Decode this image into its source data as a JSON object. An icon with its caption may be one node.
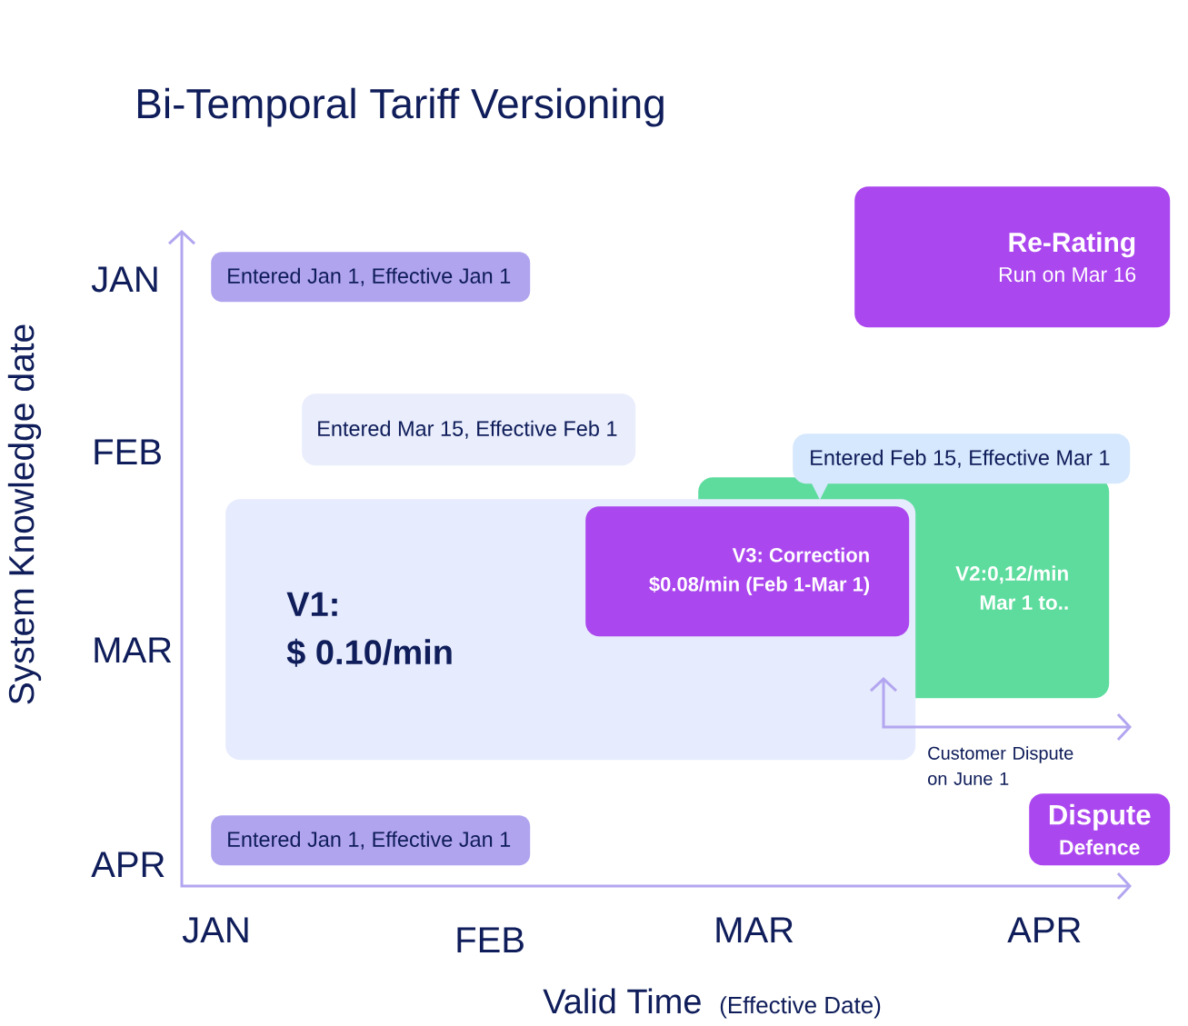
{
  "diagram": {
    "title": "Bi-Temporal Tariff Versioning",
    "nodes": [
      {
        "text": [
          "Entered Jan 1, Effective Jan 1"
        ]
      },
      {
        "text": [
          "Re-Rating",
          "Run on Mar 16"
        ]
      },
      {
        "text": [
          "Entered Mar 15, Effective Feb 1"
        ]
      },
      {
        "text": [
          "Entered Feb 15, Effective Mar 1"
        ]
      },
      {
        "text": [
          "V2:0,12/min",
          "Mar 1 to.."
        ]
      },
      {
        "text": [
          "V1:",
          "$ 0.10/min"
        ]
      },
      {
        "text": [
          "V3: Correction",
          "$0.08/min (Feb 1-Mar 1)"
        ],
        "in": 5
      },
      {
        "text": [
          "Dispute",
          "Defence"
        ]
      },
      {
        "text": [
          "Entered Jan 1, Effective Jan 1"
        ]
      }
    ],
    "labels": [
      "System Knowledge date",
      "JAN",
      "FEB",
      "MAR",
      "Customer Dispute on June 1",
      "APR",
      "JAN",
      "FEB",
      "MAR",
      "APR",
      "Valid Time",
      "(Effective Date)"
    ]
  }
}
